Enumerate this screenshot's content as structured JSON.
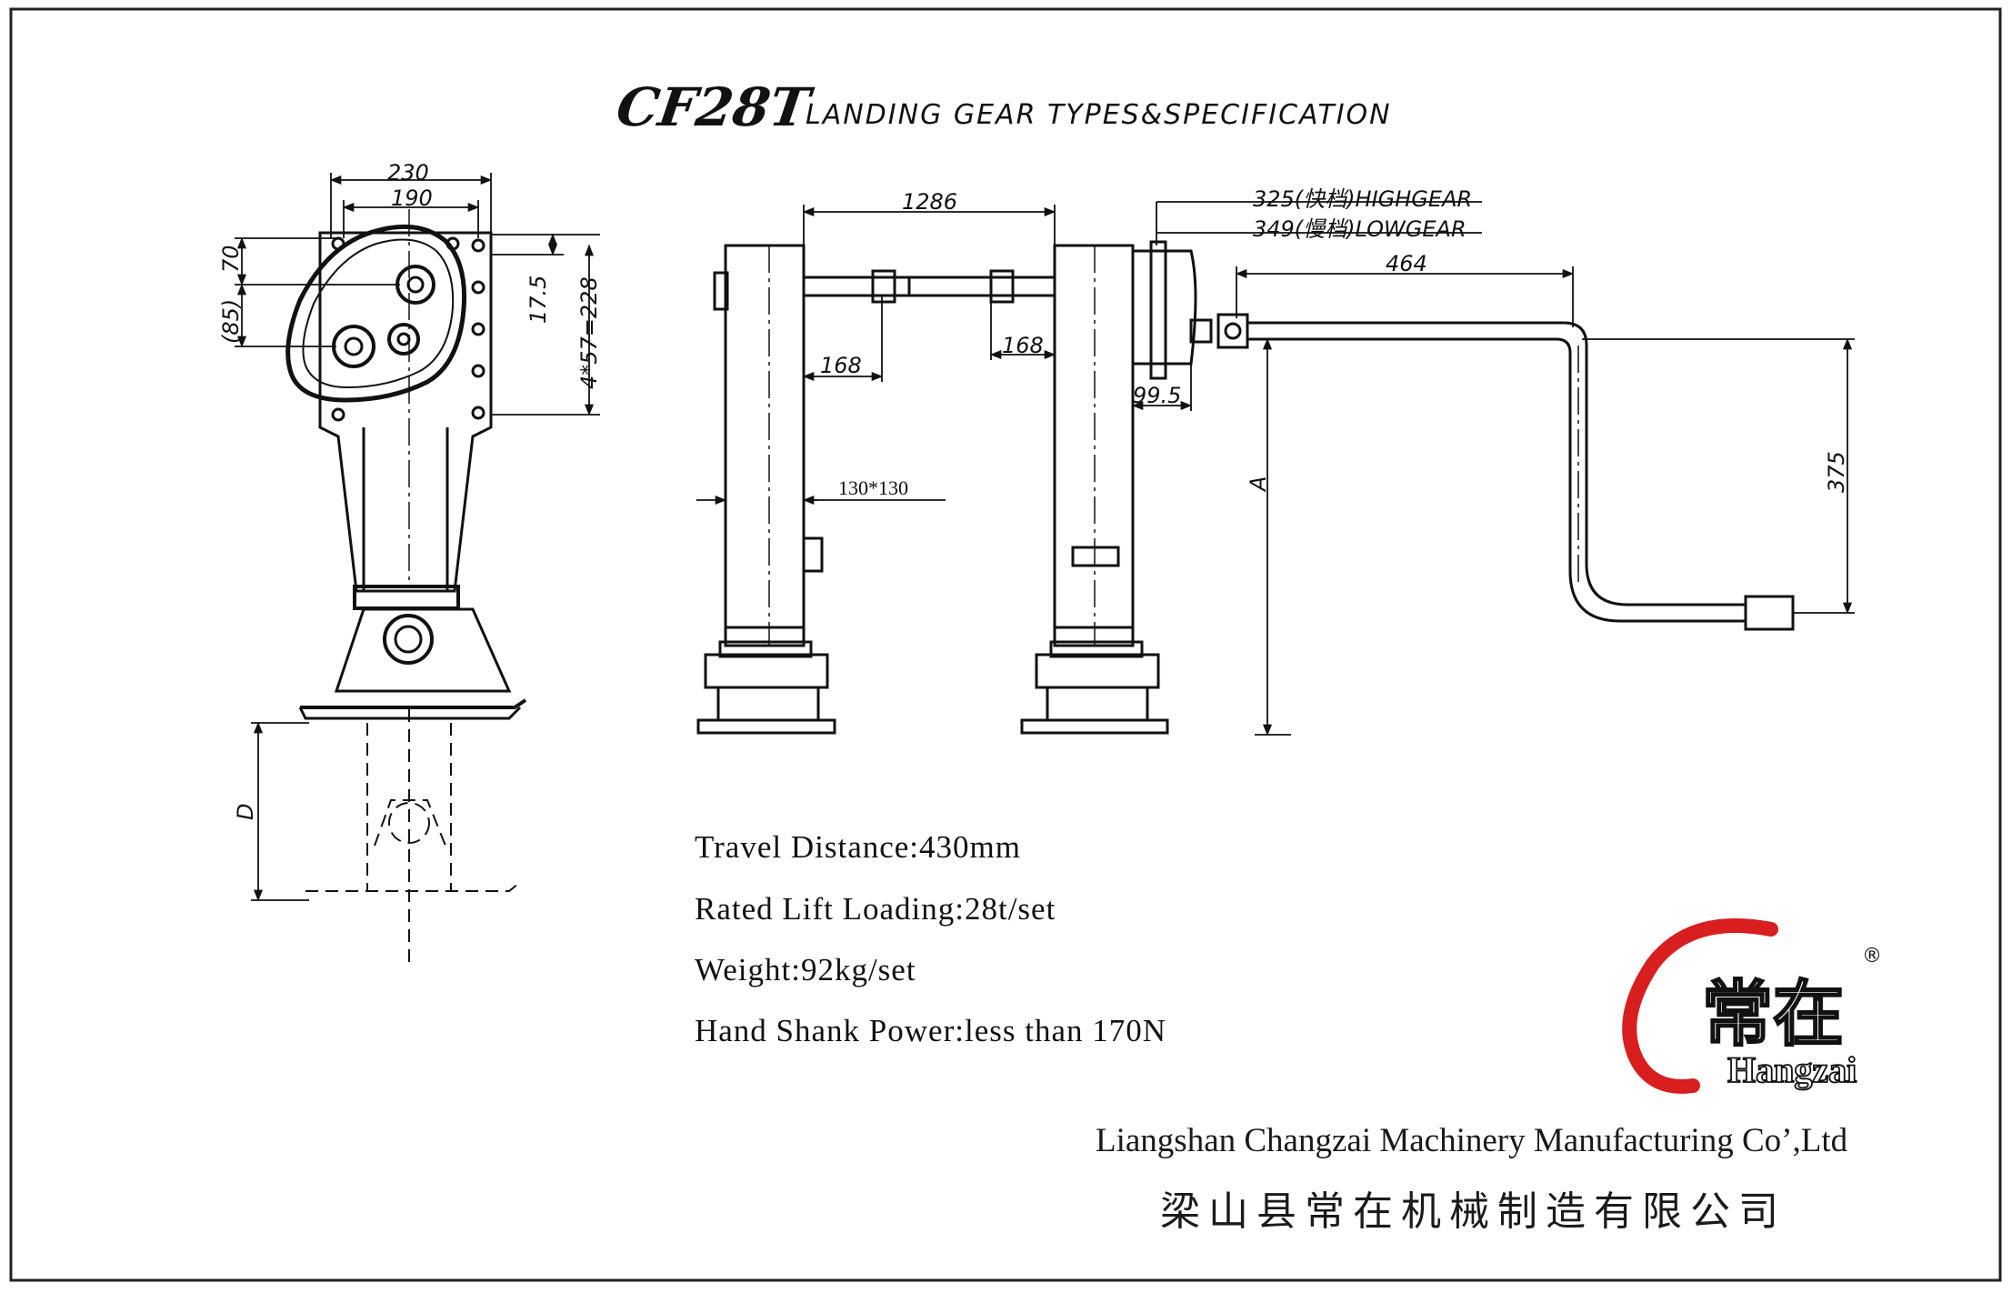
{
  "title": {
    "model": "CF28T",
    "subtitle": "LANDING GEAR TYPES&SPECIFICATION"
  },
  "dimensions": {
    "top_width_outer": "230",
    "top_width_inner": "190",
    "side_70": "70",
    "side_85": "(85)",
    "bolt_offset": "17.5",
    "bolt_pitch": "4*57=228",
    "leg_spacing": "1286",
    "shaft_168_left": "168",
    "shaft_168_right": "168",
    "gearbox_995": "99.5",
    "high_gear": "325(快档)HIGHGEAR",
    "low_gear": "349(慢档)LOWGEAR",
    "crank_length": "464",
    "crank_height": "375",
    "tube_size": "130*130",
    "height_A": "A",
    "travel_D": "D"
  },
  "specs": [
    "Travel Distance:430mm",
    "Rated Lift Loading:28t/set",
    "Weight:92kg/set",
    "Hand Shank Power:less than 170N"
  ],
  "brand": {
    "cn": "常在",
    "en": "Hangzai",
    "registered": "®",
    "arc_color": "#d81e1e"
  },
  "company": {
    "en": "Liangshan Changzai Machinery Manufacturing Co’,Ltd",
    "cn": "梁山县常在机械制造有限公司"
  }
}
